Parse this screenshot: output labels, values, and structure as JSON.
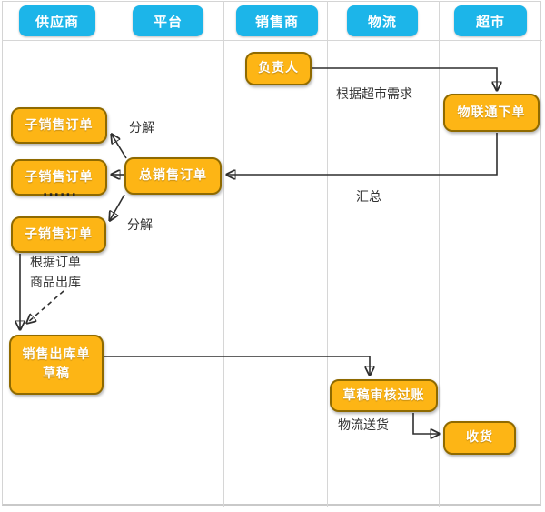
{
  "lanes": [
    {
      "label": "供应商"
    },
    {
      "label": "平台"
    },
    {
      "label": "销售商"
    },
    {
      "label": "物流"
    },
    {
      "label": "超市"
    }
  ],
  "nodes": {
    "person_in_charge": {
      "label": "负责人"
    },
    "wuliantong_order": {
      "label": "物联通下单"
    },
    "sub_sales_order_1": {
      "label": "子销售订单"
    },
    "sub_sales_order_2": {
      "label": "子销售订单"
    },
    "sub_sales_order_3": {
      "label": "子销售订单"
    },
    "total_sales_order": {
      "label": "总销售订单"
    },
    "sales_outbound_draft": {
      "label_line1": "销售出库单",
      "label_line2": "草稿"
    },
    "draft_review_posting": {
      "label": "草稿审核过账"
    },
    "receive_goods": {
      "label": "收货"
    }
  },
  "annotations": {
    "per_supermarket_demand": "根据超市需求",
    "summarize": "汇总",
    "decompose_1": "分解",
    "decompose_2": "分解",
    "ellipsis": "......",
    "per_order": "根据订单",
    "goods_outbound": "商品出库",
    "logistics_delivery": "物流送货"
  },
  "colors": {
    "lane_header": "#1CB5E9",
    "node_fill": "#FDB515",
    "node_border": "#8F6A00",
    "node_text": "#FFFFFF",
    "connector": "#2F2F2F",
    "grid_line": "#D6D6D6"
  }
}
